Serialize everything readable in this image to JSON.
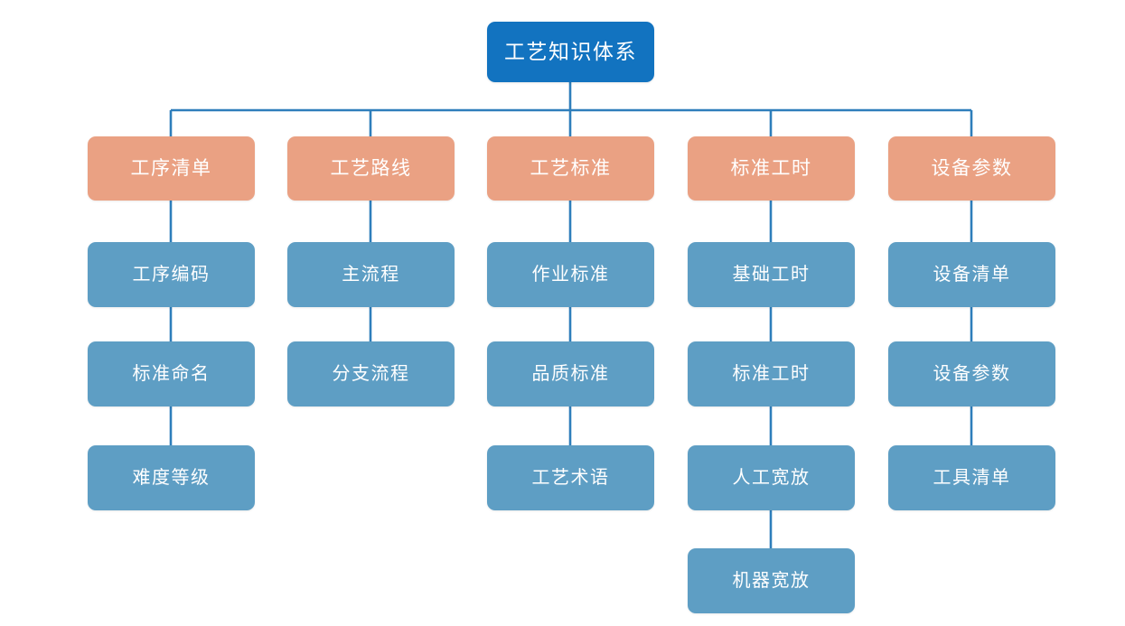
{
  "diagram": {
    "type": "organization-tree",
    "title": "工艺知识体系",
    "orientation": "top-down",
    "colors": {
      "root": "#1273c0",
      "level1": "#eaa183",
      "level2": "#5e9ec4",
      "connector": "#2e7ebb",
      "text": "#ffffff",
      "background": "#ffffff"
    },
    "root": {
      "label": "工艺知识体系"
    },
    "branches": [
      {
        "label": "工序清单",
        "children": [
          {
            "label": "工序编码"
          },
          {
            "label": "标准命名"
          },
          {
            "label": "难度等级"
          }
        ]
      },
      {
        "label": "工艺路线",
        "children": [
          {
            "label": "主流程"
          },
          {
            "label": "分支流程"
          }
        ]
      },
      {
        "label": "工艺标准",
        "children": [
          {
            "label": "作业标准"
          },
          {
            "label": "品质标准"
          },
          {
            "label": "工艺术语"
          }
        ]
      },
      {
        "label": "标准工时",
        "children": [
          {
            "label": "基础工时"
          },
          {
            "label": "标准工时"
          },
          {
            "label": "人工宽放"
          },
          {
            "label": "机器宽放"
          }
        ]
      },
      {
        "label": "设备参数",
        "children": [
          {
            "label": "设备清单"
          },
          {
            "label": "设备参数"
          },
          {
            "label": "工具清单"
          }
        ]
      }
    ]
  }
}
